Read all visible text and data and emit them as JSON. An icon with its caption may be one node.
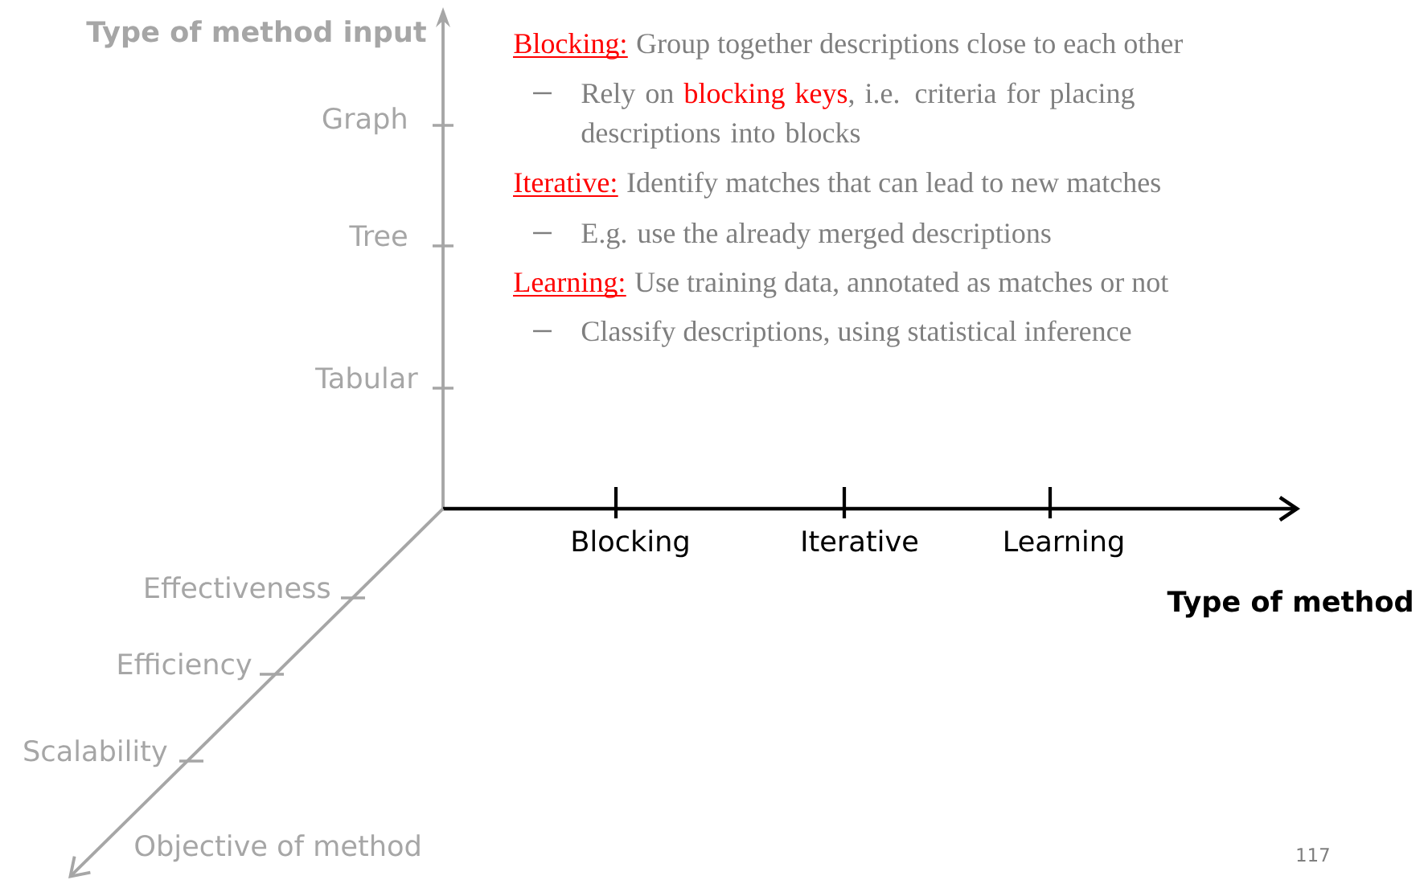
{
  "diagram": {
    "labels": [
      "Type of method input",
      "Blocking:",
      "Group together descriptions close to each other",
      "Rely on",
      "blocking keys",
      ", i.e. criteria for placing descriptions into blocks",
      "Graph",
      "Iterative:",
      "Identify matches that can lead to new matches",
      "Tree",
      "E.g. use the already merged descriptions",
      "Learning:",
      "Use training data, annotated as matches or not",
      "Classify descriptions, using statistical inference",
      "Tabular",
      "Blocking",
      "Iterative",
      "Learning",
      "Effectiveness",
      "Type of method",
      "Efficiency",
      "Scalability",
      "Objective of method",
      "117"
    ]
  }
}
